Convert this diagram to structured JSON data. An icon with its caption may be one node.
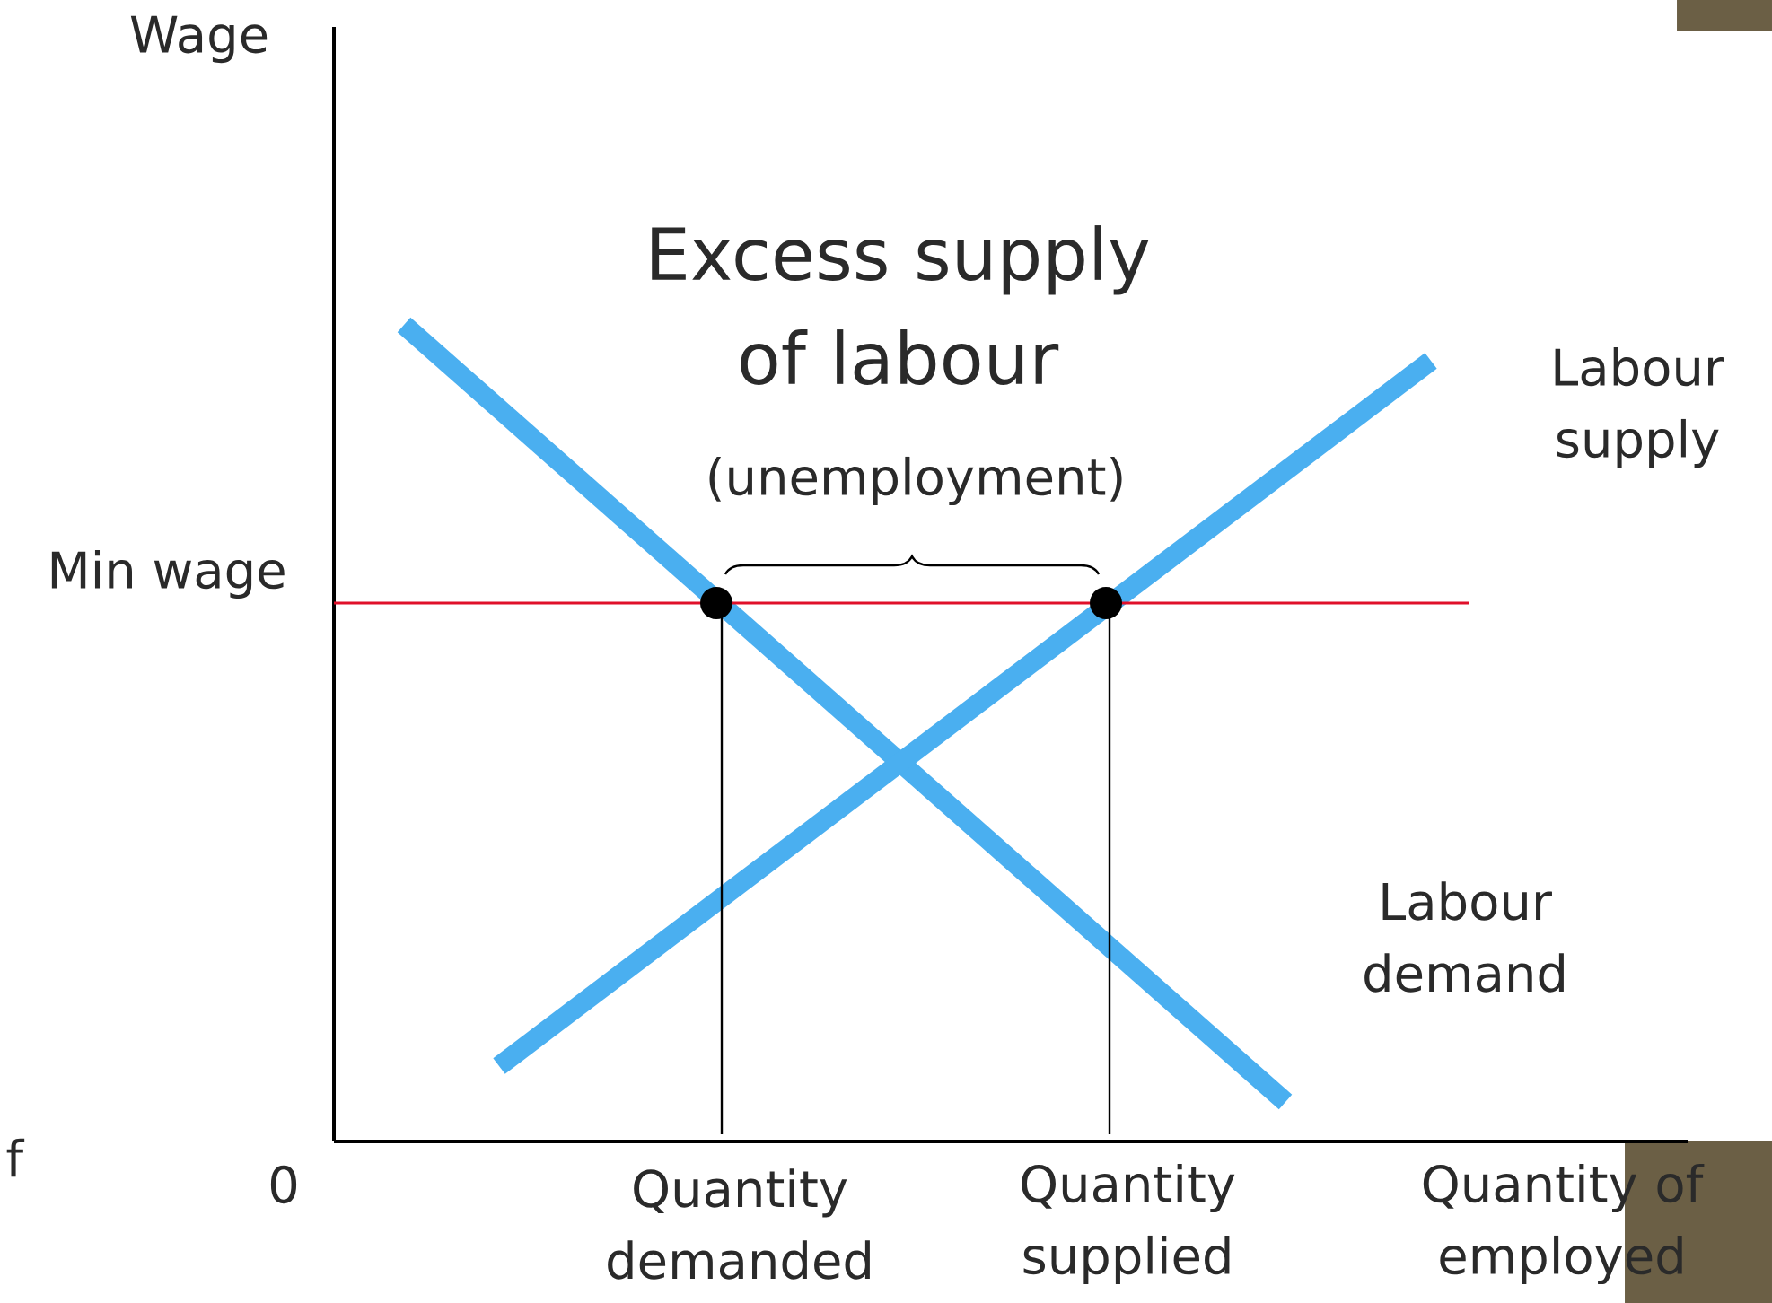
{
  "diagram": {
    "labels": [
      "Wage",
      "Excess supply of labour",
      "Labour supply",
      "(unemployment)",
      "Min wage",
      "Labour demand",
      "f",
      "0",
      "Quantity demanded",
      "Quantity supplied",
      "Quantity of employed"
    ]
  }
}
